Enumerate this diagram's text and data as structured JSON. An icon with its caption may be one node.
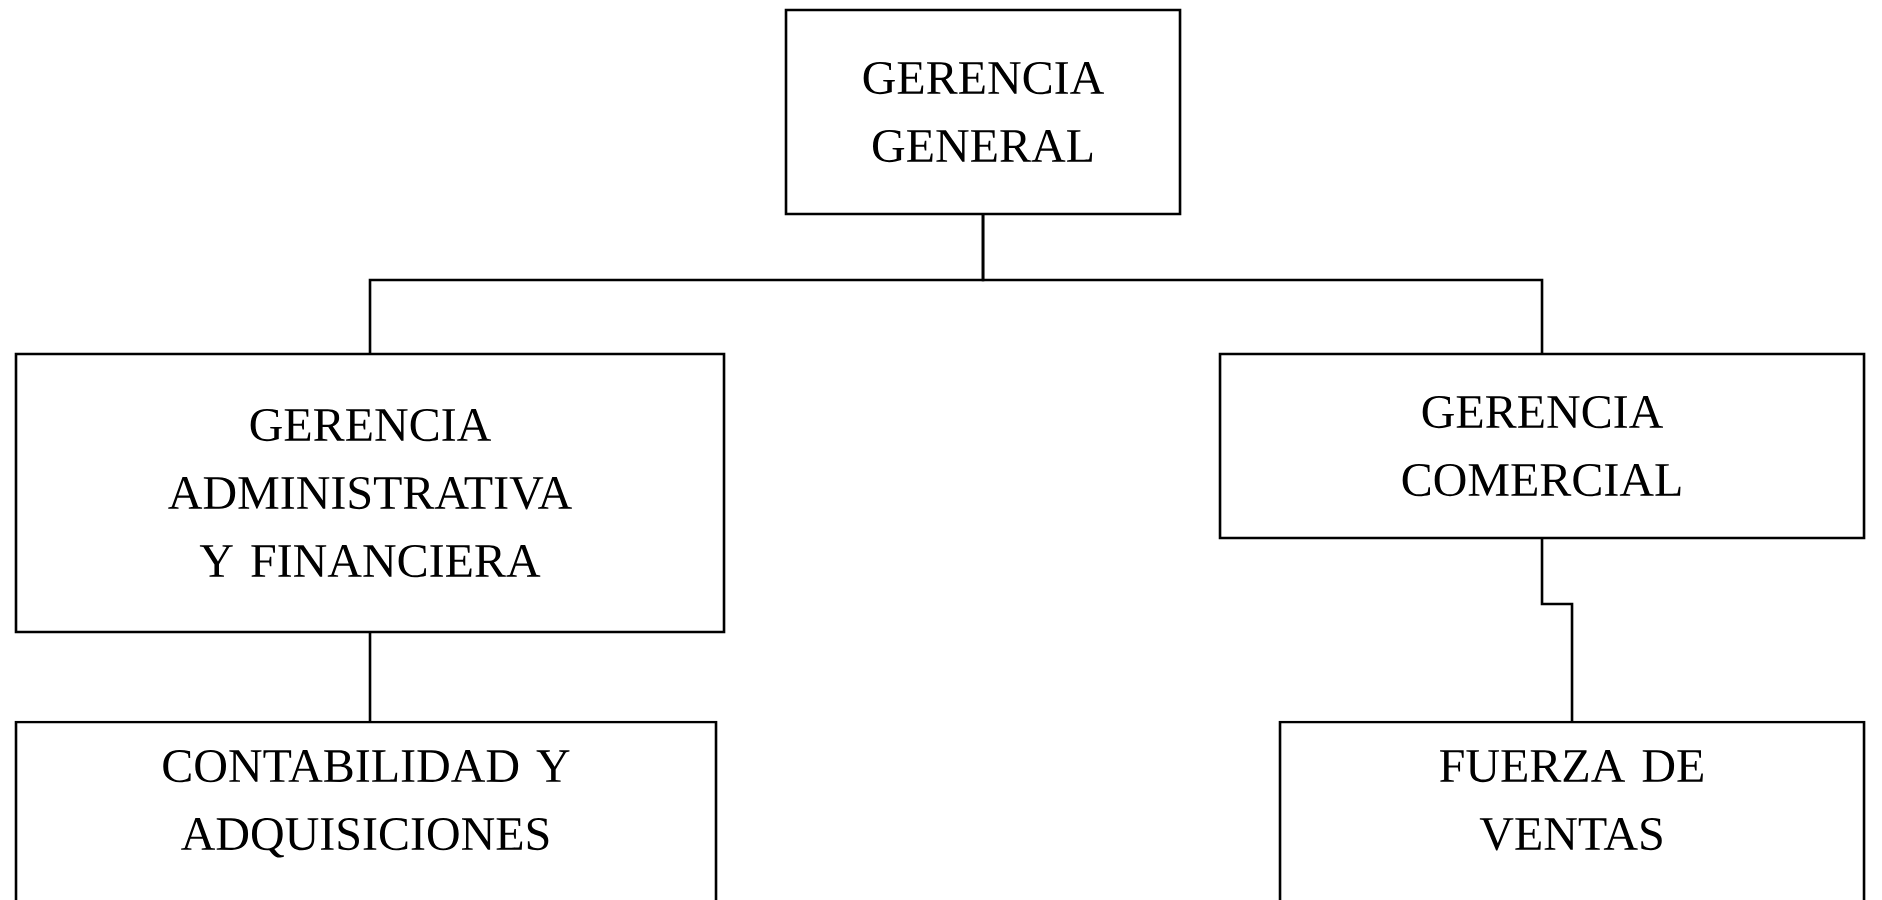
{
  "diagram": {
    "nodes": [
      {
        "text": [
          "GERENCIA GENERAL"
        ]
      },
      {
        "text": [
          "GERENCIA ADMINISTRATIVA Y FINANCIERA"
        ]
      },
      {
        "text": [
          "GERENCIA COMERCIAL"
        ]
      },
      {
        "text": [
          "CONTABILIDAD Y ADQUISICIONES"
        ]
      },
      {
        "text": [
          "FUERZA DE VENTAS"
        ]
      }
    ],
    "edges": [
      {
        "from": 0,
        "to": 1,
        "arrow": "none"
      },
      {
        "from": 0,
        "to": 2,
        "arrow": "none"
      },
      {
        "from": 1,
        "to": 3,
        "arrow": "none"
      },
      {
        "from": 2,
        "to": 4,
        "arrow": "none"
      }
    ]
  }
}
